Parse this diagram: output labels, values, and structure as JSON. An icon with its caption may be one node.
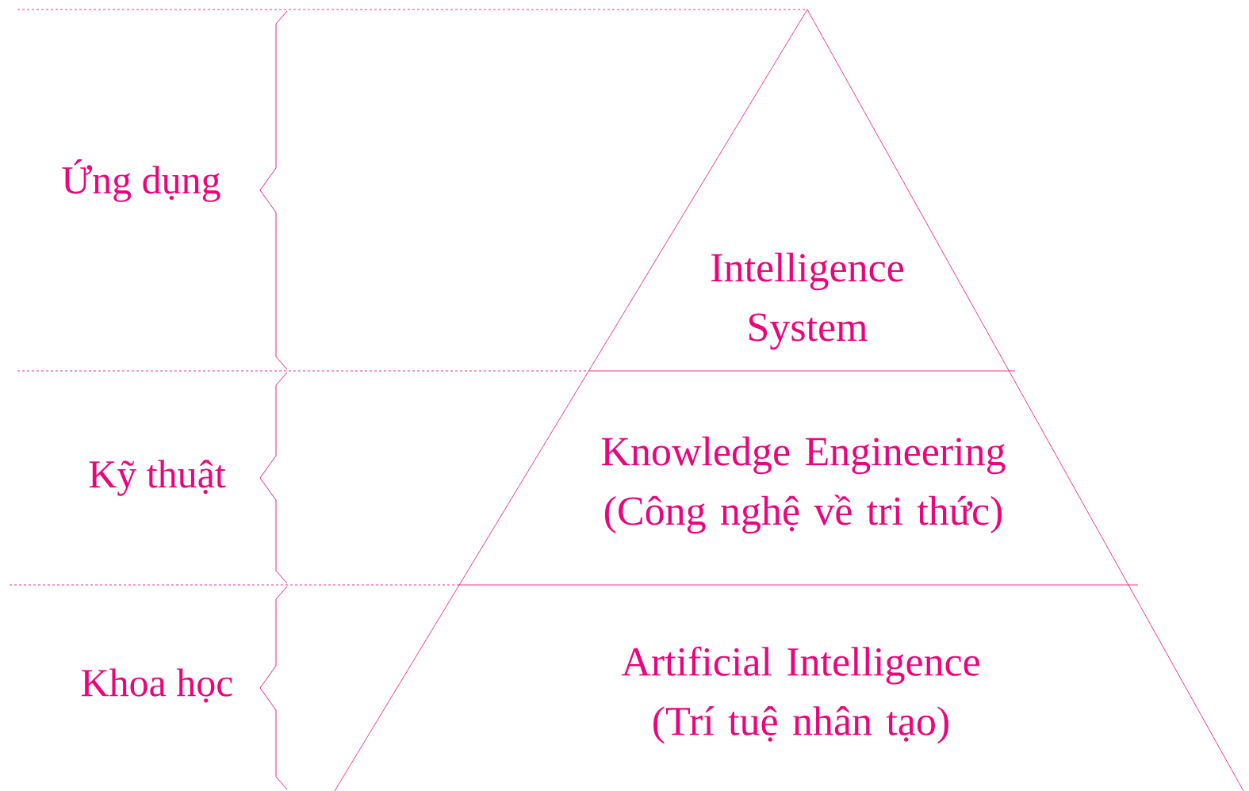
{
  "diagram": {
    "nodes": [
      {
        "text": [
          "Intelligence System"
        ]
      },
      {
        "text": [
          "Knowledge Engineering",
          "(Công nghệ về tri thức)"
        ]
      },
      {
        "text": [
          "Artificial Intelligence",
          "(Trí tuệ nhân tạo)"
        ]
      }
    ],
    "labels": [
      "Ứng dụng",
      "Kỹ thuật",
      "Khoa học"
    ]
  }
}
